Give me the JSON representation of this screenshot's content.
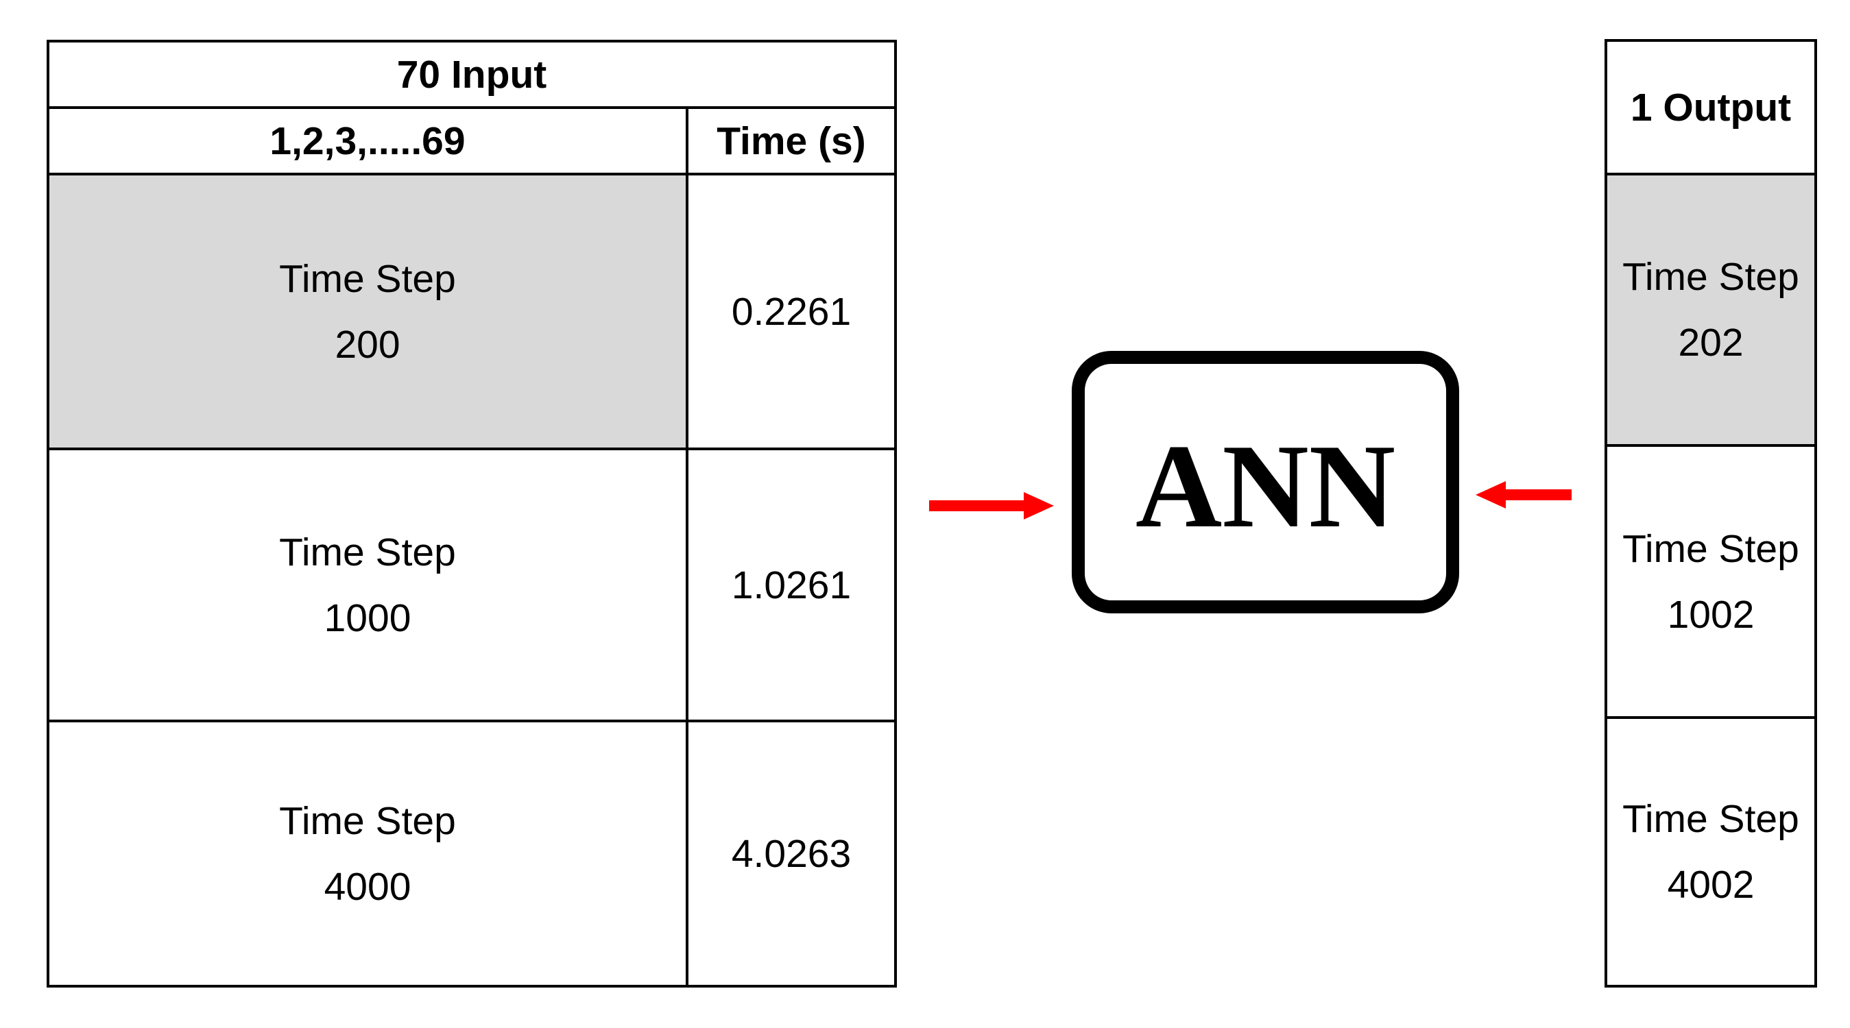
{
  "input_table": {
    "title": "70 Input",
    "series_header": "1,2,3,.....69",
    "time_header": "Time (s)",
    "rows": [
      {
        "label_line1": "Time Step",
        "label_line2": "200",
        "time": "0.2261",
        "highlighted": true
      },
      {
        "label_line1": "Time Step",
        "label_line2": "1000",
        "time": "1.0261",
        "highlighted": false
      },
      {
        "label_line1": "Time Step",
        "label_line2": "4000",
        "time": "4.0263",
        "highlighted": false
      }
    ]
  },
  "ann_box": {
    "label": "ANN"
  },
  "output_table": {
    "title": "1 Output",
    "rows": [
      {
        "label_line1": "Time Step",
        "label_line2": "202",
        "highlighted": true
      },
      {
        "label_line1": "Time Step",
        "label_line2": "1002",
        "highlighted": false
      },
      {
        "label_line1": "Time Step",
        "label_line2": "4002",
        "highlighted": false
      }
    ]
  },
  "colors": {
    "highlight_fill": "#d9d9d9",
    "arrow_red": "#fe0000",
    "border_black": "#000000"
  }
}
